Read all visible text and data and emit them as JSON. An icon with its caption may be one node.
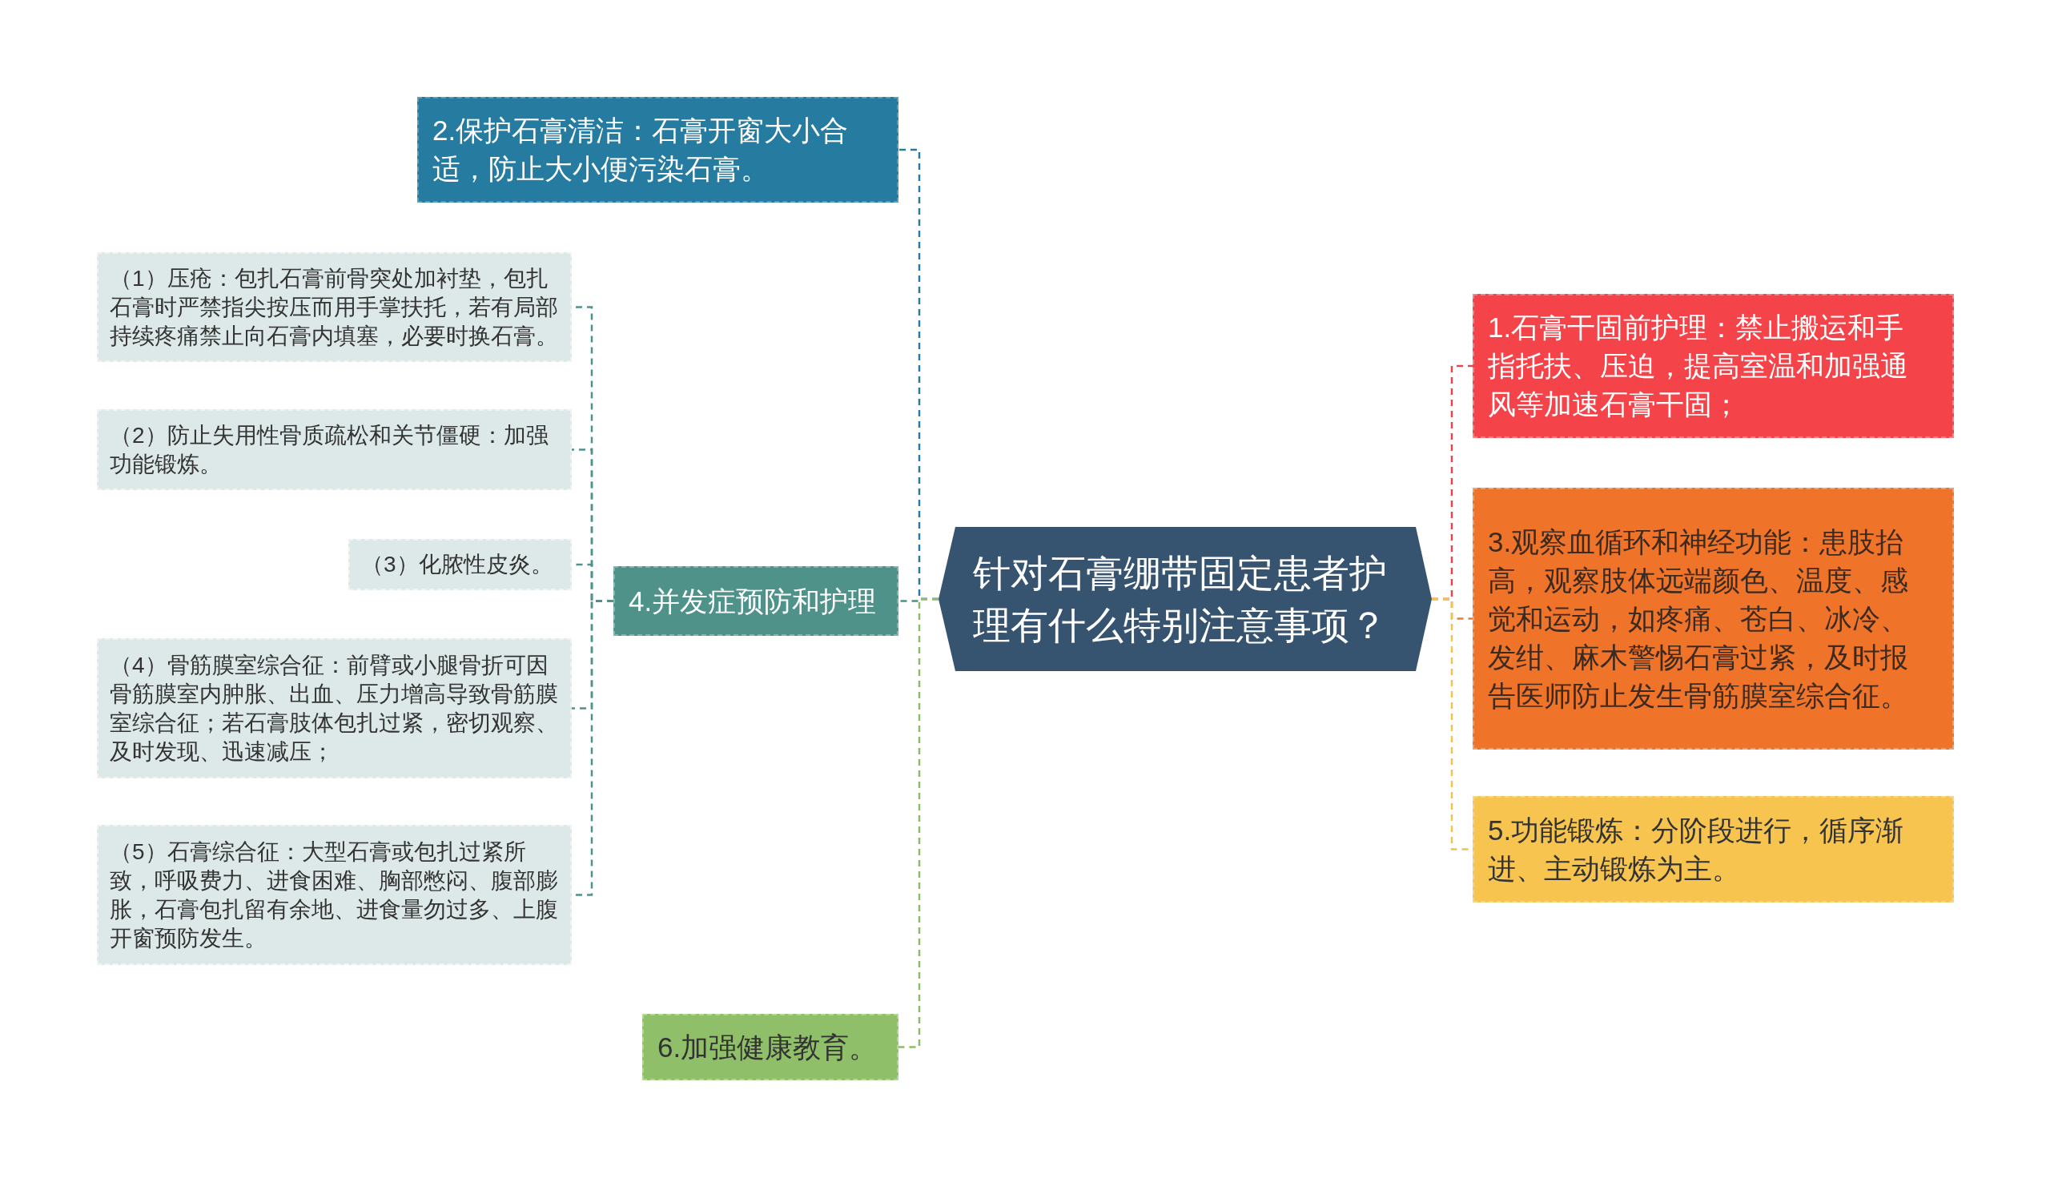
{
  "diagram": {
    "nodes": [
      {
        "text": [
          "针对石膏绷带固定患者护理有什么特别注意事项？"
        ]
      },
      {
        "text": [
          "1.石膏干固前护理：禁止搬运和手指托扶、压迫，提高室温和加强通风等加速石膏干固；"
        ]
      },
      {
        "text": [
          "2.保护石膏清洁：石膏开窗大小合适，防止大小便污染石膏。"
        ]
      },
      {
        "text": [
          "3.观察血循环和神经功能：患肢抬高，观察肢体远端颜色、温度、感觉和运动，如疼痛、苍白、冰冷、发绀、麻木警惕石膏过紧，及时报告医师防止发生骨筋膜室综合征。"
        ]
      },
      {
        "text": [
          "4.并发症预防和护理"
        ]
      },
      {
        "text": [
          "5.功能锻炼：分阶段进行，循序渐进、主动锻炼为主。"
        ]
      },
      {
        "text": [
          "6.加强健康教育。"
        ]
      },
      {
        "text": [
          "（1）压疮：包扎石膏前骨突处加衬垫，包扎石膏时严禁指尖按压而用手掌扶托，若有局部持续疼痛禁止向石膏内填塞，必要时换石膏。"
        ]
      },
      {
        "text": [
          "（2）防止失用性骨质疏松和关节僵硬：加强功能锻炼。"
        ]
      },
      {
        "text": [
          "（3）化脓性皮炎。"
        ]
      },
      {
        "text": [
          "（4）骨筋膜室综合征：前臂或小腿骨折可因骨筋膜室内肿胀、出血、压力增高导致骨筋膜室综合征；若石膏肢体包扎过紧，密切观察、及时发现、迅速减压；"
        ]
      },
      {
        "text": [
          "（5）石膏综合征：大型石膏或包扎过紧所致，呼吸费力、进食困难、胸部憋闷、腹部膨胀，石膏包扎留有余地、进食量勿过多、上腹开窗预防发生。"
        ]
      }
    ],
    "edges": [
      {
        "from": 0,
        "to": 1,
        "arrow": "none",
        "color": "#e2474c"
      },
      {
        "from": 0,
        "to": 2,
        "arrow": "none",
        "color": "#2a7ba1"
      },
      {
        "from": 0,
        "to": 3,
        "arrow": "none",
        "color": "#ee7a35"
      },
      {
        "from": 0,
        "to": 4,
        "arrow": "none"
      },
      {
        "from": 0,
        "to": 5,
        "arrow": "none",
        "color": "#f2c14e"
      },
      {
        "from": 0,
        "to": 6,
        "arrow": "none",
        "color": "#8dbb66"
      },
      {
        "from": 4,
        "to": 7,
        "arrow": "none"
      },
      {
        "from": 4,
        "to": 8,
        "arrow": "none"
      },
      {
        "from": 4,
        "to": 9,
        "arrow": "none"
      },
      {
        "from": 4,
        "to": 10,
        "arrow": "none"
      },
      {
        "from": 4,
        "to": 11,
        "arrow": "none"
      }
    ]
  }
}
